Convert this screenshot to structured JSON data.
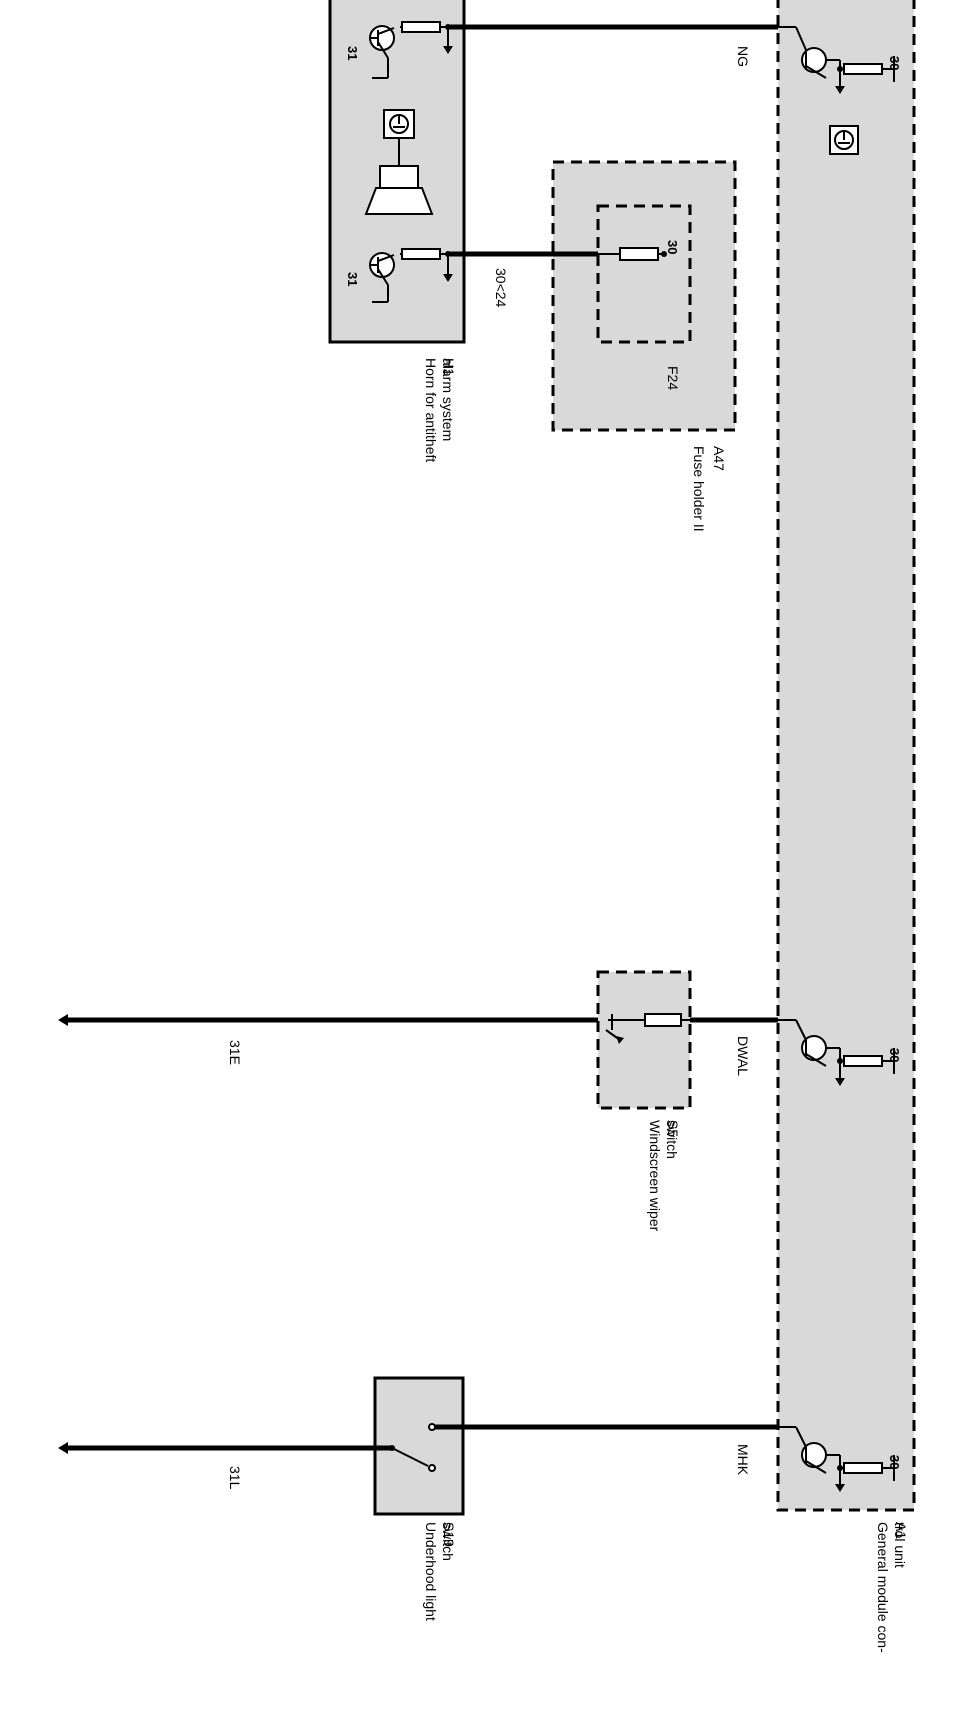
{
  "components": {
    "h1": {
      "id": "H1",
      "name": "Horn for antitheft\nalarm system",
      "ground_pin": "31"
    },
    "a47": {
      "id": "A47",
      "name": "Fuse holder II"
    },
    "f24": {
      "id": "F24",
      "pin": "30"
    },
    "a1": {
      "id": "A1",
      "name": "General module con-\ntrol unit",
      "pin": "30"
    },
    "s5": {
      "id": "S5",
      "name": "Windscreen wiper\nswitch"
    },
    "s19": {
      "id": "S19",
      "name": "Underhood light\nswitch"
    }
  },
  "wires": {
    "ng": "NG",
    "fuse_feed": "30<24",
    "dwal": "DWAL",
    "mhk": "MHK",
    "ground_e": "31E",
    "ground_l": "31L"
  },
  "icons": [
    "transistor-symbol",
    "resistor-symbol",
    "ground-arrow",
    "horn-symbol",
    "switch-symbol",
    "fuse-symbol"
  ]
}
